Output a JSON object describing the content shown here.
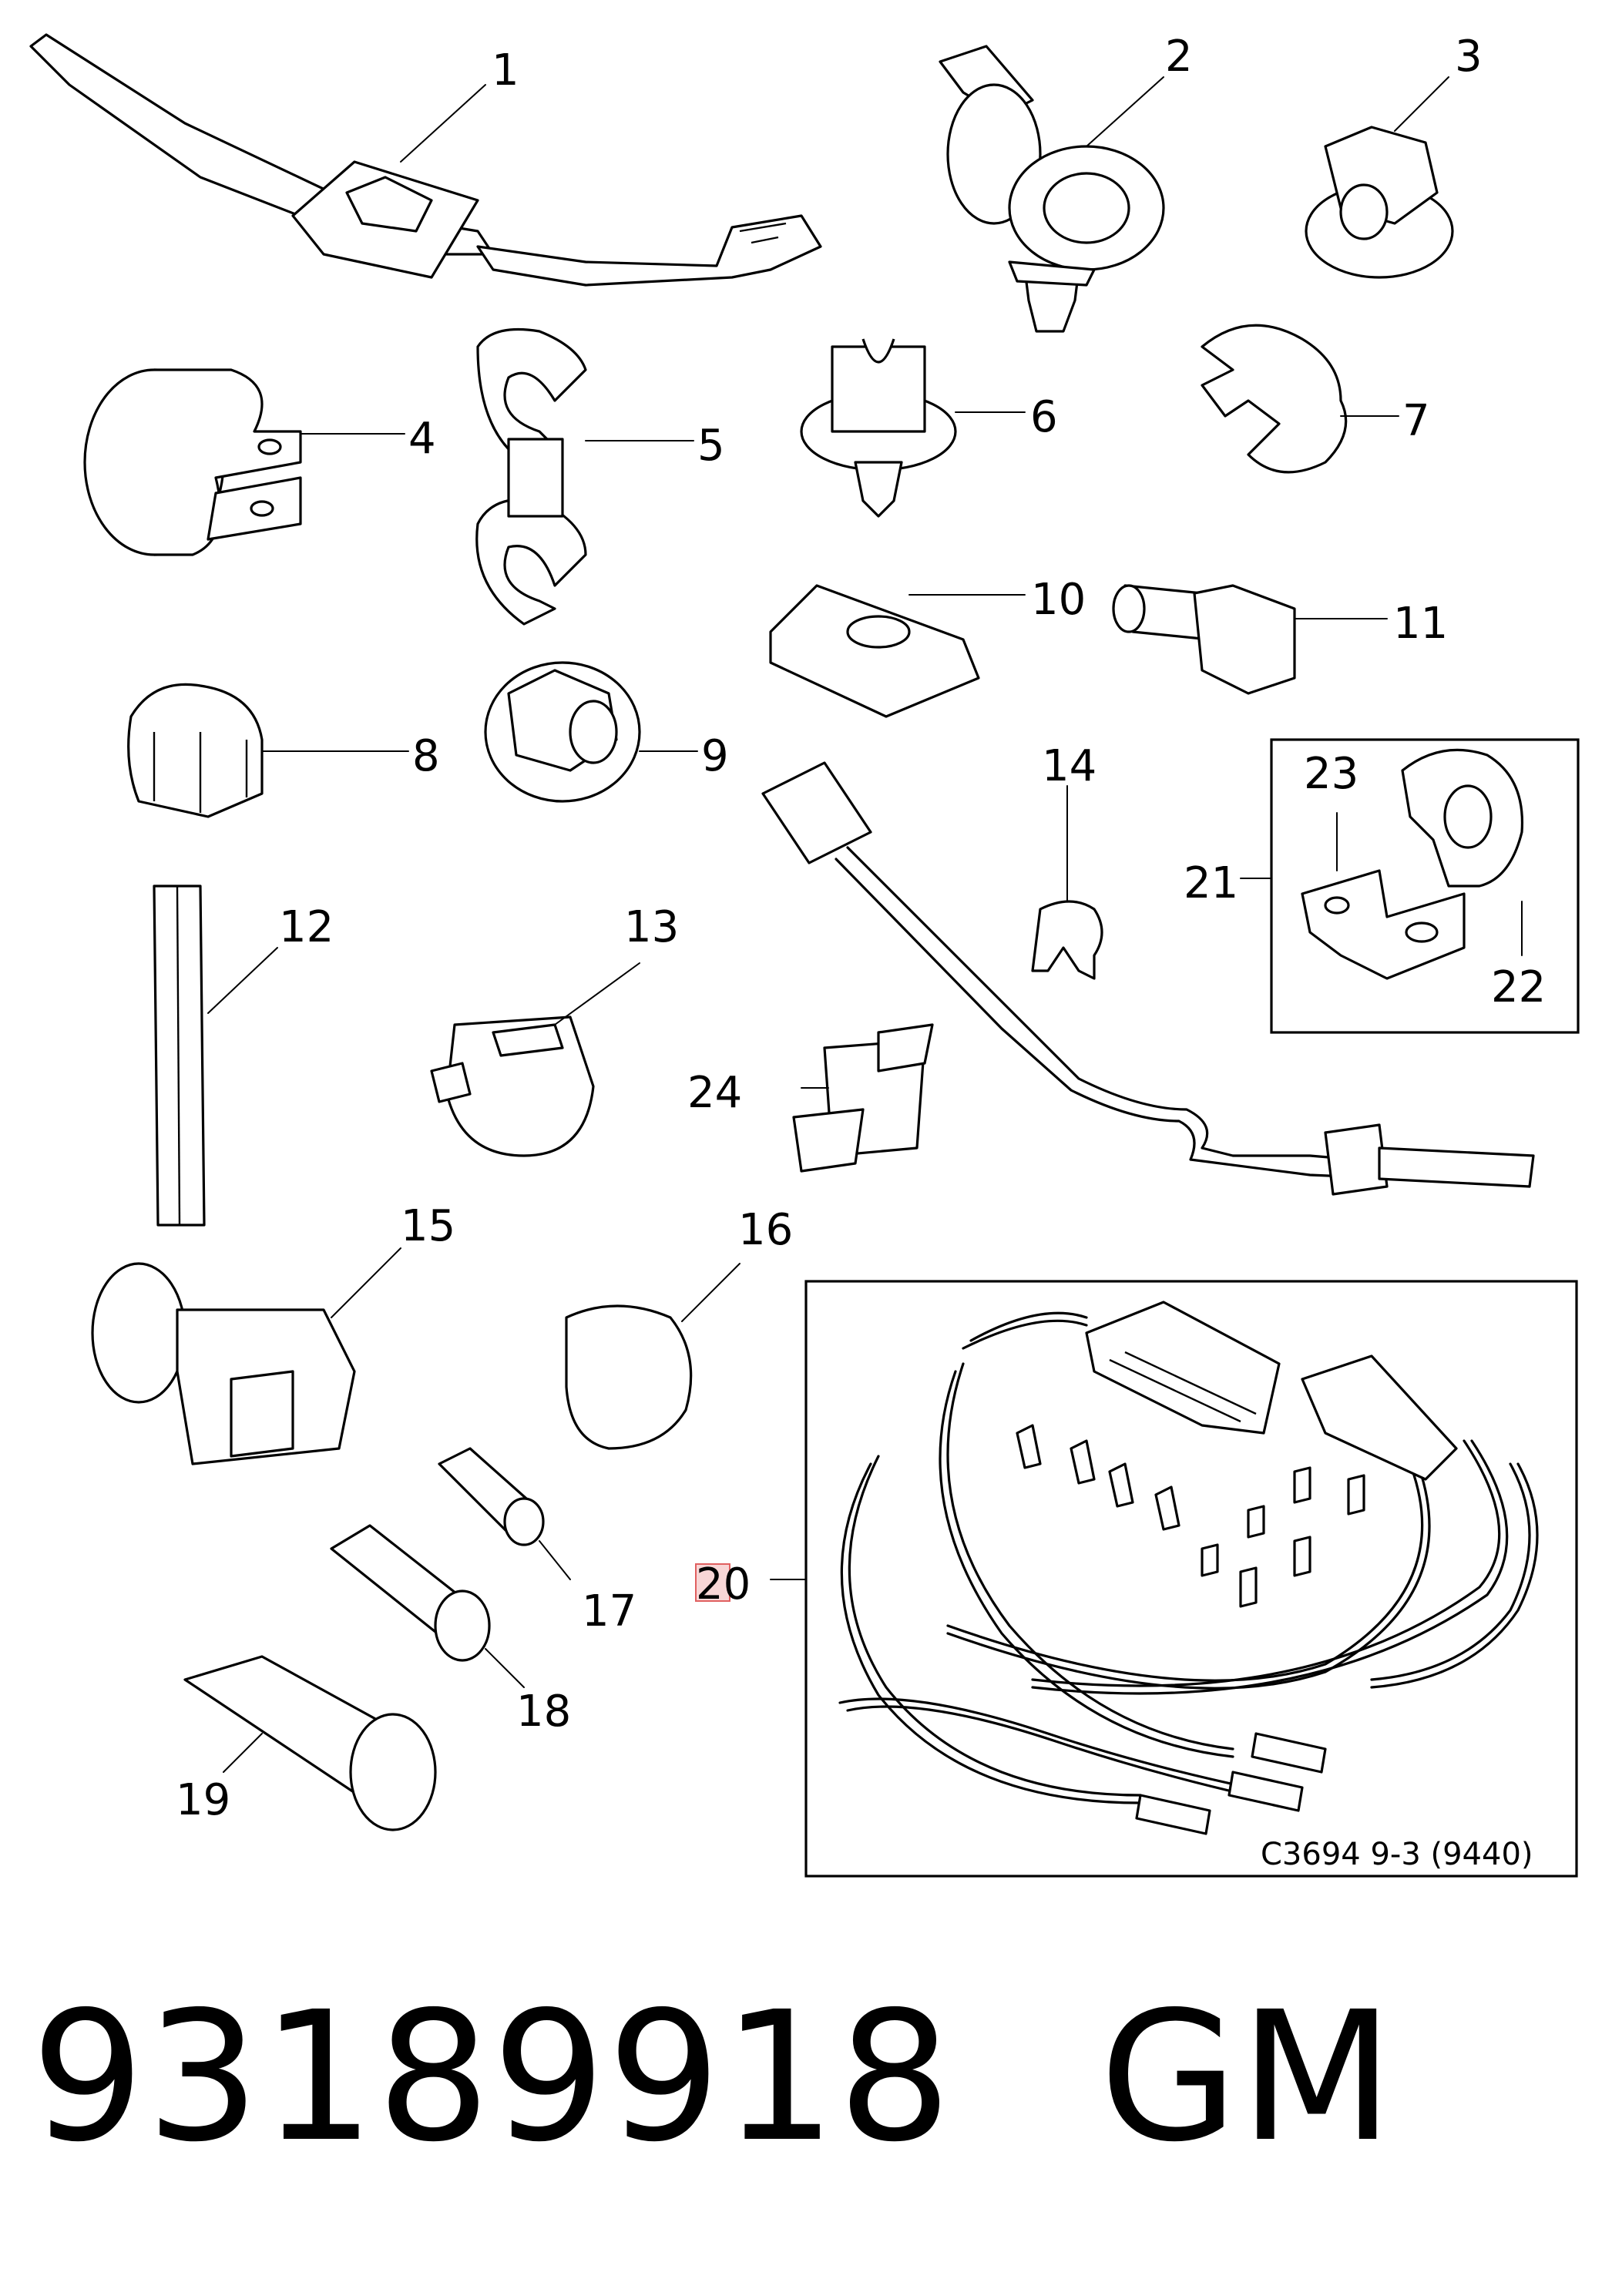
{
  "callouts": [
    "1",
    "2",
    "3",
    "4",
    "5",
    "6",
    "7",
    "8",
    "9",
    "10",
    "11",
    "12",
    "13",
    "14",
    "15",
    "16",
    "17",
    "18",
    "19",
    "20",
    "21",
    "22",
    "23",
    "24"
  ],
  "reference_code": "C3694 9-3 (9440)",
  "footer": {
    "part_number": "93189918",
    "brand": "GM"
  },
  "colors": {
    "line": "#000000",
    "background": "#ffffff",
    "highlight": "#f8d6d6"
  }
}
